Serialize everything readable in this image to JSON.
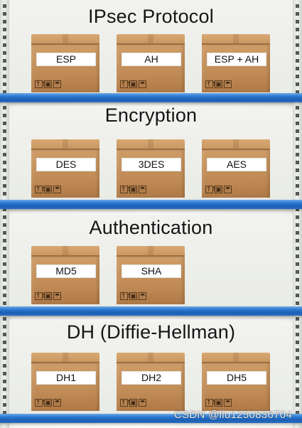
{
  "shelves": [
    {
      "title": "IPsec Protocol",
      "boxes": [
        {
          "label": "ESP"
        },
        {
          "label": "AH"
        },
        {
          "label": "ESP + AH"
        }
      ]
    },
    {
      "title": "Encryption",
      "boxes": [
        {
          "label": "DES"
        },
        {
          "label": "3DES"
        },
        {
          "label": "AES"
        }
      ]
    },
    {
      "title": "Authentication",
      "boxes": [
        {
          "label": "MD5"
        },
        {
          "label": "SHA"
        }
      ]
    },
    {
      "title": "DH (Diffie-Hellman)",
      "boxes": [
        {
          "label": "DH1"
        },
        {
          "label": "DH2"
        },
        {
          "label": "DH5"
        }
      ]
    }
  ],
  "box_marks": [
    "↑↑",
    "▣",
    "☂"
  ],
  "watermark": "CSDN @liu1250836704",
  "colors": {
    "plank": "#2b78cf",
    "box": "#c99660",
    "label_bg": "#ffffff"
  }
}
